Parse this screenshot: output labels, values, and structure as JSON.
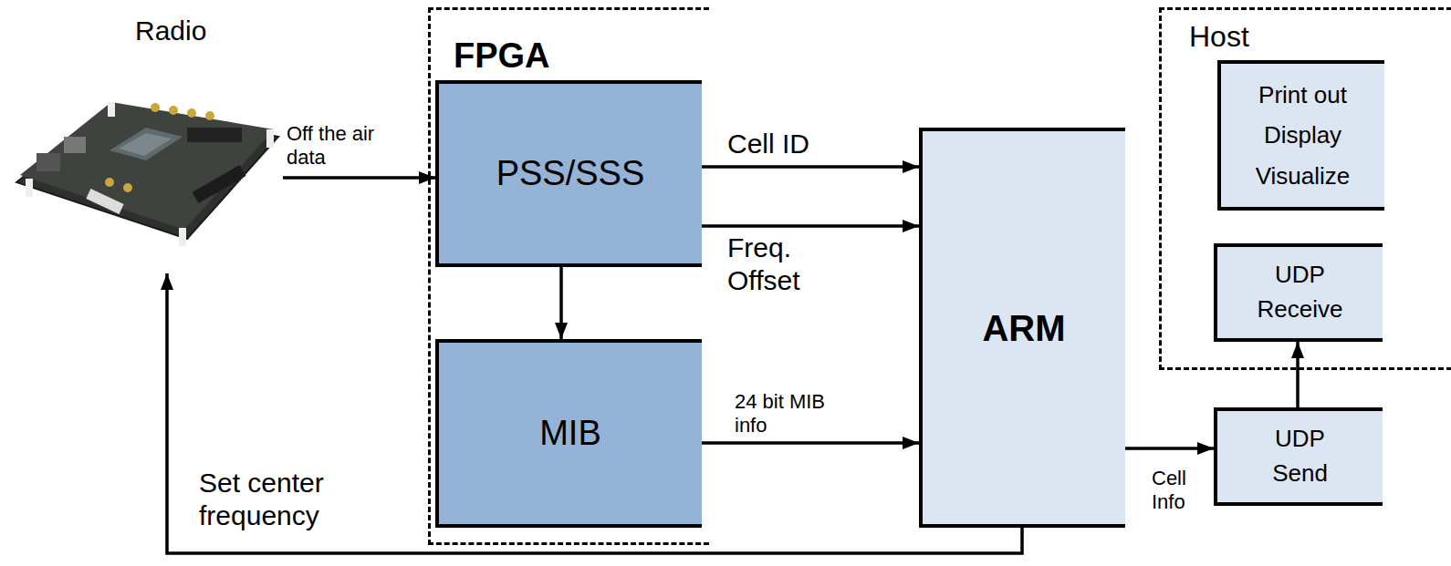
{
  "diagram": {
    "nodes": [
      {
        "text": [
          "Radio"
        ]
      },
      {
        "text": [
          "FPGA"
        ]
      },
      {
        "text": [
          "PSS/SSS"
        ],
        "in": 1
      },
      {
        "text": [
          "MIB"
        ],
        "in": 1
      },
      {
        "text": [
          "ARM"
        ]
      },
      {
        "text": [
          "Host"
        ]
      },
      {
        "text": [
          "Print out Display Visualize"
        ],
        "in": 5
      },
      {
        "text": [
          "UDP Receive"
        ],
        "in": 5
      },
      {
        "text": [
          "UDP Send"
        ]
      }
    ],
    "edges": [
      {
        "from": 0,
        "to": 2,
        "arrow": "to",
        "label": "Off the air data"
      },
      {
        "from": 2,
        "to": 4,
        "arrow": "to",
        "label": "Cell ID"
      },
      {
        "from": 2,
        "to": 4,
        "arrow": "to",
        "label": "Freq. Offset"
      },
      {
        "from": 2,
        "to": 3,
        "arrow": "to"
      },
      {
        "from": 3,
        "to": 4,
        "arrow": "to",
        "label": "24 bit MIB info"
      },
      {
        "from": 4,
        "to": 8,
        "arrow": "to",
        "label": "Cell Info"
      },
      {
        "from": 8,
        "to": 7,
        "arrow": "to"
      },
      {
        "from": 4,
        "to": 0,
        "arrow": "to",
        "label": "Set center frequency"
      }
    ]
  }
}
